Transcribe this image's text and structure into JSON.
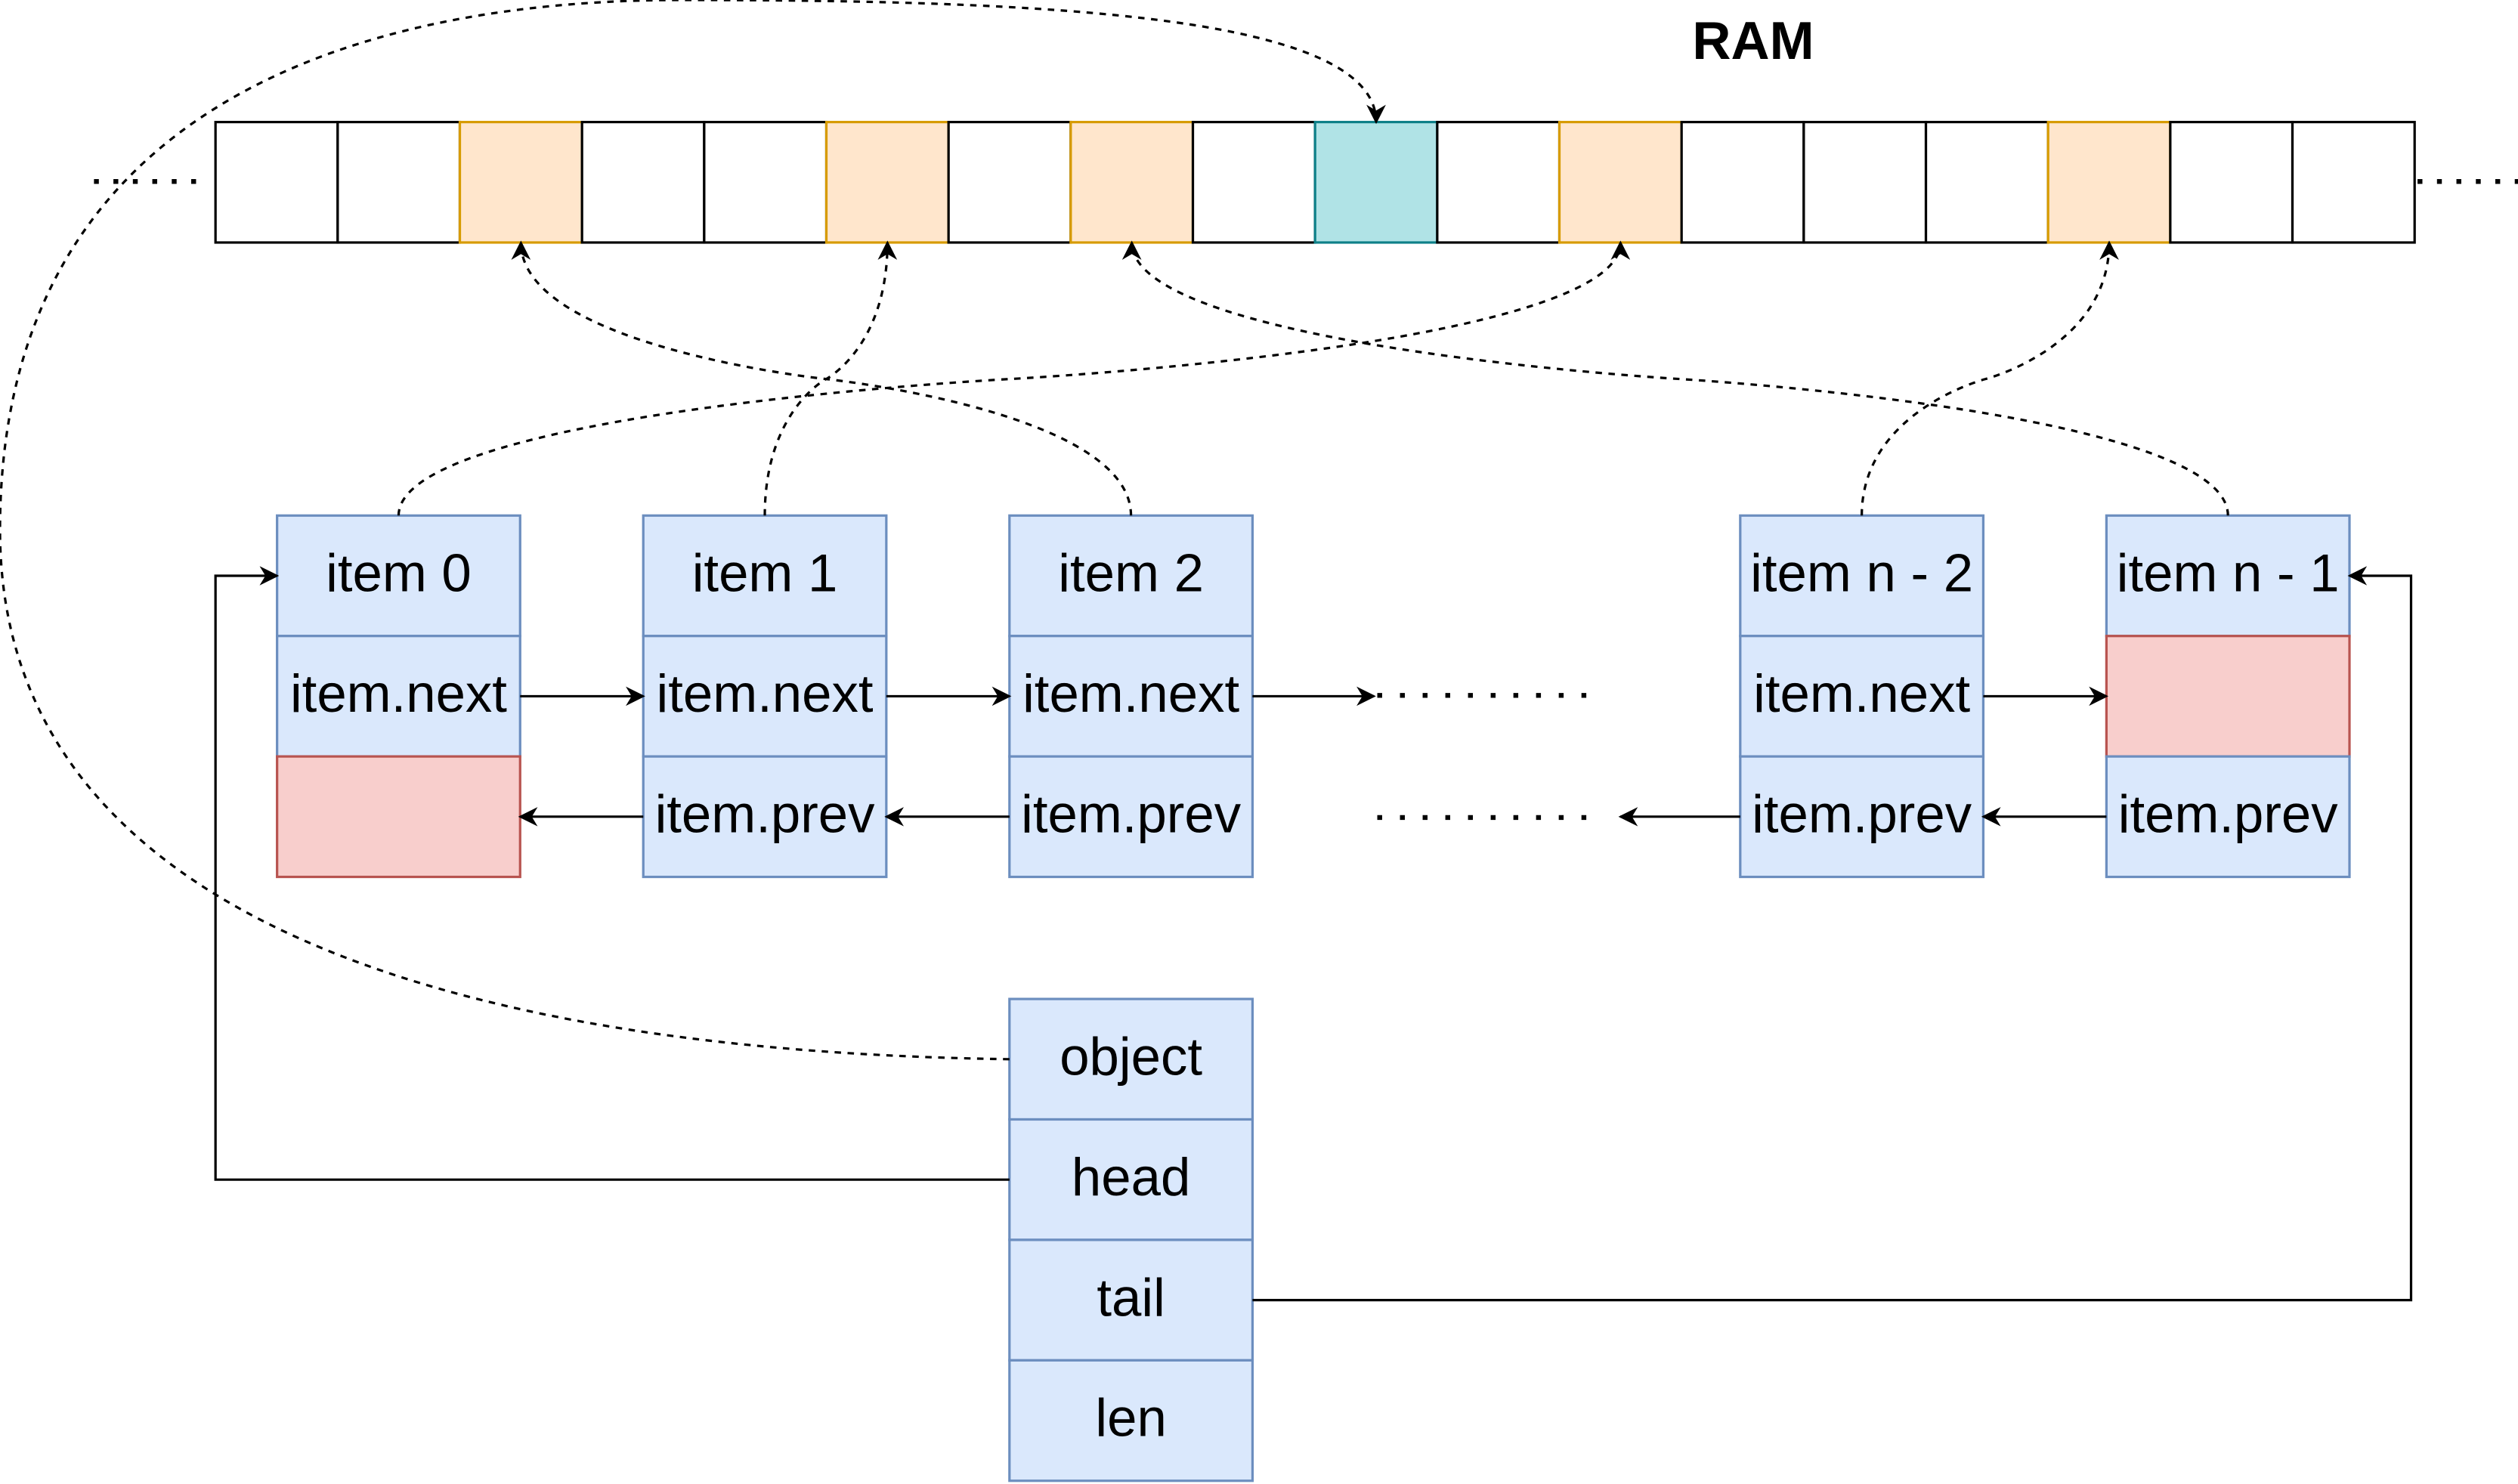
{
  "title": "RAM",
  "colors": {
    "cell_border": "#000000",
    "allocated_fill": "#ffe6cc",
    "allocated_stroke": "#d79b00",
    "object_fill": "#b0e3e6",
    "object_stroke": "#0e8088",
    "node_fill": "#dae8fc",
    "node_stroke": "#6c8ebf",
    "null_fill": "#f8cecc",
    "null_stroke": "#b85450",
    "line": "#000000"
  },
  "ram": {
    "cells": [
      "empty",
      "empty",
      "allocated",
      "empty",
      "empty",
      "allocated",
      "empty",
      "allocated",
      "empty",
      "object",
      "empty",
      "allocated",
      "empty",
      "empty",
      "empty",
      "allocated",
      "empty",
      "empty"
    ]
  },
  "nodes": [
    {
      "id": "item0",
      "title": "item 0",
      "next": "item.next",
      "prev": null,
      "ram_cell": 11
    },
    {
      "id": "item1",
      "title": "item 1",
      "next": "item.next",
      "prev": "item.prev",
      "ram_cell": 5
    },
    {
      "id": "item2",
      "title": "item 2",
      "next": "item.next",
      "prev": "item.prev",
      "ram_cell": 2
    },
    {
      "id": "itemn2",
      "title": "item n - 2",
      "next": "item.next",
      "prev": "item.prev",
      "ram_cell": 15
    },
    {
      "id": "itemn1",
      "title": "item n - 1",
      "next": null,
      "prev": "item.prev",
      "ram_cell": 7
    }
  ],
  "list": {
    "fields": [
      "object",
      "head",
      "tail",
      "len"
    ]
  }
}
